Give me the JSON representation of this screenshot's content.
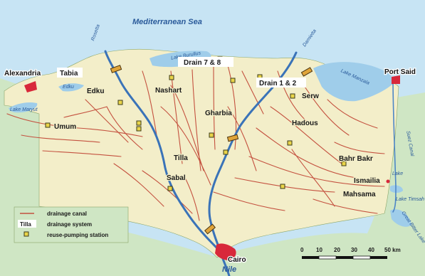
{
  "sea": {
    "name": "Mediterranean Sea"
  },
  "rivers": {
    "rosetta": "Rosetta",
    "damietta": "Damietta",
    "nile": "Nile"
  },
  "lakes": {
    "burullus": "Lake Burullus",
    "edku": "Edku",
    "maryut": "Lake Maryut",
    "manzala": "Lake Manzala",
    "suez_canal": "Suez Canal",
    "timsah": "Lake Timsah",
    "great_bitter": "Great Bitter Lake"
  },
  "cities": {
    "alexandria": "Alexandria",
    "port_said": "Port Said",
    "cairo": "Cairo",
    "ismailia": "Ismailia"
  },
  "drainage_systems": {
    "tabia": "Tabia",
    "edku": "Edku",
    "umum": "Umum",
    "drain_7_8": "Drain 7 & 8",
    "nashart": "Nashart",
    "gharbia": "Gharbia",
    "drain_1_2": "Drain 1 & 2",
    "serw": "Serw",
    "hadous": "Hadous",
    "tilla": "Tilla",
    "bahr_bakr": "Bahr Bakr",
    "sabal": "Sabal",
    "mahsama": "Mahsama"
  },
  "legend": {
    "canal_label": "drainage canal",
    "system_sample": "Tilla",
    "system_label": "drainage system",
    "station_label": "reuse-pumping station"
  },
  "scale": {
    "ticks": [
      "0",
      "10",
      "20",
      "30",
      "40",
      "50 km"
    ]
  },
  "colors": {
    "sea": "#c7e4f4",
    "land": "#f3eec9",
    "desert": "#cfe6c4",
    "canal": "#c4513f",
    "river": "#3a73b8",
    "station": "#e9d44a",
    "city": "#d8283a"
  }
}
